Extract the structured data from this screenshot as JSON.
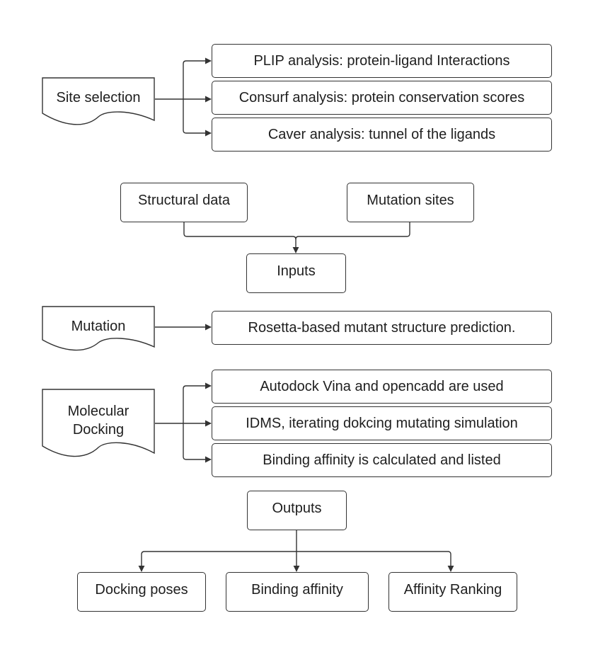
{
  "colors": {
    "stroke": "#333333",
    "text": "#1e1e1e",
    "background": "#ffffff"
  },
  "site_selection": {
    "label": "Site selection",
    "items": [
      "PLIP analysis: protein-ligand Interactions",
      "Consurf analysis: protein conservation scores",
      "Caver analysis: tunnel of the ligands"
    ]
  },
  "inputs_section": {
    "structural_data": "Structural data",
    "mutation_sites": "Mutation sites",
    "inputs": "Inputs"
  },
  "mutation": {
    "label": "Mutation",
    "item": "Rosetta-based mutant structure prediction."
  },
  "docking": {
    "label_line1": "Molecular",
    "label_line2": "Docking",
    "items": [
      "Autodock Vina and opencadd are used",
      "IDMS, iterating dokcing mutating simulation",
      "Binding affinity is calculated and listed"
    ]
  },
  "outputs_section": {
    "outputs": "Outputs",
    "items": [
      "Docking poses",
      "Binding affinity",
      "Affinity Ranking"
    ]
  }
}
